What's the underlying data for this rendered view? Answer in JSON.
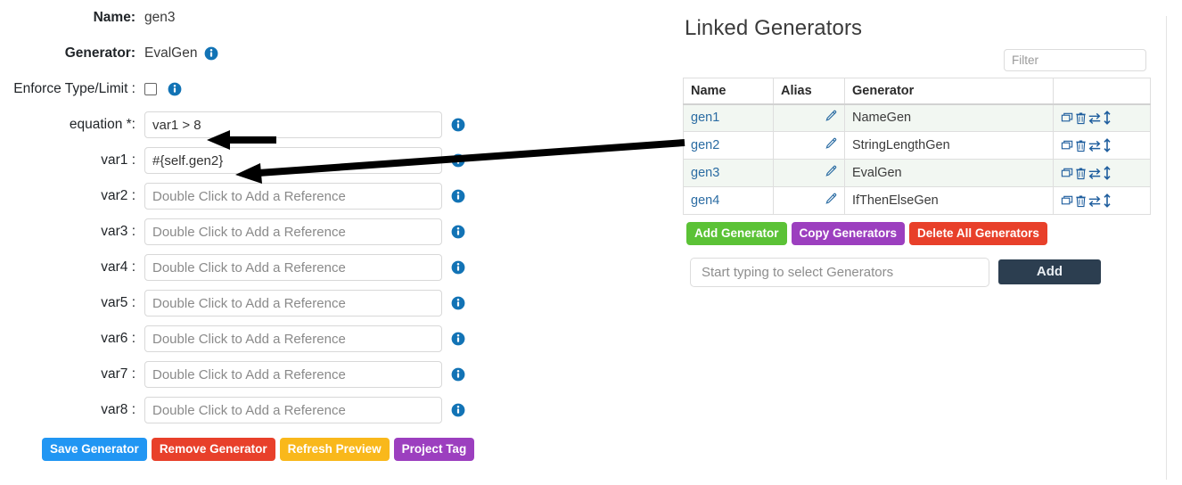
{
  "form": {
    "rows": [
      {
        "label": "Name:",
        "bold": true,
        "type": "text",
        "value": "gen3",
        "info": false
      },
      {
        "label": "Generator:",
        "bold": true,
        "type": "text",
        "value": "EvalGen",
        "info": true
      },
      {
        "label": "Enforce Type/Limit :",
        "bold": false,
        "type": "checkbox",
        "checked": false,
        "info": true
      },
      {
        "label": "equation *:",
        "bold": false,
        "type": "input",
        "value": "var1 > 8",
        "placeholder": "",
        "info": true
      },
      {
        "label": "var1 :",
        "bold": false,
        "type": "input",
        "value": "#{self.gen2}",
        "placeholder": "",
        "info": true
      },
      {
        "label": "var2 :",
        "bold": false,
        "type": "input",
        "value": "",
        "placeholder": "Double Click to Add a Reference",
        "info": true
      },
      {
        "label": "var3 :",
        "bold": false,
        "type": "input",
        "value": "",
        "placeholder": "Double Click to Add a Reference",
        "info": true
      },
      {
        "label": "var4 :",
        "bold": false,
        "type": "input",
        "value": "",
        "placeholder": "Double Click to Add a Reference",
        "info": true
      },
      {
        "label": "var5 :",
        "bold": false,
        "type": "input",
        "value": "",
        "placeholder": "Double Click to Add a Reference",
        "info": true
      },
      {
        "label": "var6 :",
        "bold": false,
        "type": "input",
        "value": "",
        "placeholder": "Double Click to Add a Reference",
        "info": true
      },
      {
        "label": "var7 :",
        "bold": false,
        "type": "input",
        "value": "",
        "placeholder": "Double Click to Add a Reference",
        "info": true
      },
      {
        "label": "var8 :",
        "bold": false,
        "type": "input",
        "value": "",
        "placeholder": "Double Click to Add a Reference",
        "info": true
      }
    ],
    "buttons": [
      {
        "label": "Save Generator",
        "color": "#2196f3",
        "style": "blue"
      },
      {
        "label": "Remove Generator",
        "color": "#e8402a",
        "style": "red"
      },
      {
        "label": "Refresh Preview",
        "color": "#f9b81b",
        "style": "yellow"
      },
      {
        "label": "Project Tag",
        "color": "#9c3fbf",
        "style": "purple"
      }
    ]
  },
  "linked": {
    "title": "Linked Generators",
    "filter_placeholder": "Filter",
    "filter_value": "",
    "columns": [
      "Name",
      "Alias",
      "Generator",
      ""
    ],
    "rows": [
      {
        "name": "gen1",
        "alias": "",
        "generator": "NameGen"
      },
      {
        "name": "gen2",
        "alias": "",
        "generator": "StringLengthGen"
      },
      {
        "name": "gen3",
        "alias": "",
        "generator": "EvalGen"
      },
      {
        "name": "gen4",
        "alias": "",
        "generator": "IfThenElseGen"
      }
    ],
    "row_action_icons": [
      "duplicate-icon",
      "trash-icon",
      "swap-icon",
      "move-vertical-icon"
    ],
    "alias_edit_icon": "pencil-icon",
    "buttons": [
      {
        "label": "Add Generator",
        "color": "#5bc236",
        "style": "green"
      },
      {
        "label": "Copy Generators",
        "color": "#9c3fbf",
        "style": "purple"
      },
      {
        "label": "Delete All Generators",
        "color": "#e8402a",
        "style": "red"
      }
    ],
    "select_placeholder": "Start typing to select Generators",
    "select_value": "",
    "add_button": "Add"
  },
  "colors": {
    "link": "#2b6ca3",
    "info_icon": "#1273b5",
    "row_stripe": "#f2f7f2",
    "annotation_arrow": "#000000"
  }
}
